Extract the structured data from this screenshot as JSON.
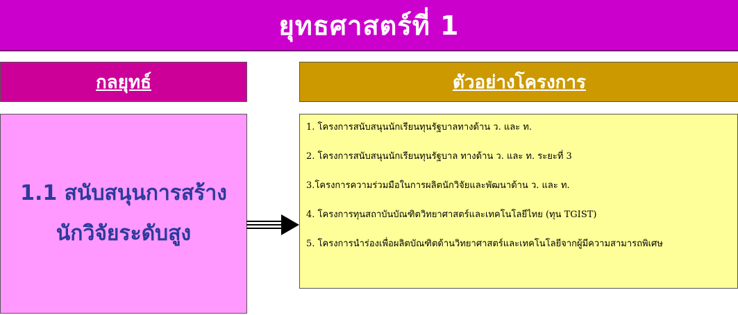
{
  "title": "ยุทธศาสตร์ที่ 1",
  "headers": {
    "strategy": "กลยุทธ์",
    "projects": "ตัวอย่างโครงการ"
  },
  "strategy": {
    "line1": "1.1 สนับสนุนการสร้าง",
    "line2": "นักวิจัยระดับสูง"
  },
  "projects": [
    "1. โครงการสนับสนุนนักเรียนทุนรัฐบาลทางด้าน ว. และ ท.",
    "2. โครงการสนับสนุนนักเรียนทุนรัฐบาล ทางด้าน ว. และ ท. ระยะที่ 3",
    "3.โครงการความร่วมมือในการผลิตนักวิจัยและพัฒนาด้าน ว. และ ท.",
    "4. โครงการทุนสถาบันบัณฑิตวิทยาศาสตร์และเทคโนโลยีไทย (ทุน TGIST)",
    "5. โครงการนำร่องเพื่อผลิตบัณฑิตด้านวิทยาศาสตร์และเทคโนโลยีจากผู้มีความสามารถพิเศษ"
  ],
  "colors": {
    "title_bg": "#cc00cc",
    "strategy_header_bg": "#cc0099",
    "projects_header_bg": "#cc9900",
    "strategy_box_bg": "#ff99ff",
    "projects_box_bg": "#ffff99",
    "strategy_text": "#2b3a9b"
  }
}
